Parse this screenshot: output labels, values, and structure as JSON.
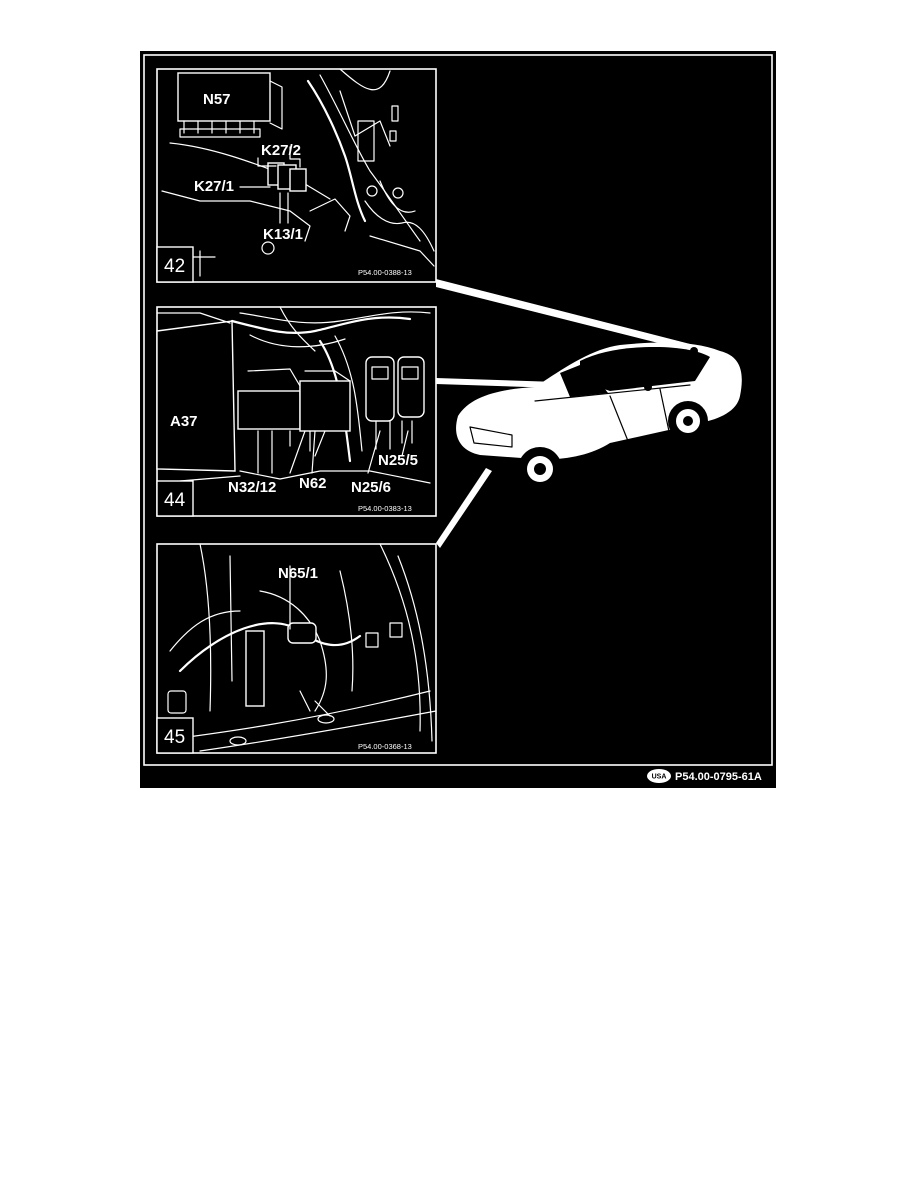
{
  "figure": {
    "code": "P54.00-0795-61A",
    "badge": "USA"
  },
  "panels": [
    {
      "number": "42",
      "ref": "P54.00-0388-13",
      "labels": [
        "N57",
        "K27/2",
        "K27/1",
        "K13/1"
      ]
    },
    {
      "number": "44",
      "ref": "P54.00-0383-13",
      "labels": [
        "A37",
        "N25/5",
        "N32/12",
        "N62",
        "N25/6"
      ]
    },
    {
      "number": "45",
      "ref": "P54.00-0368-13",
      "labels": [
        "N65/1"
      ]
    }
  ]
}
